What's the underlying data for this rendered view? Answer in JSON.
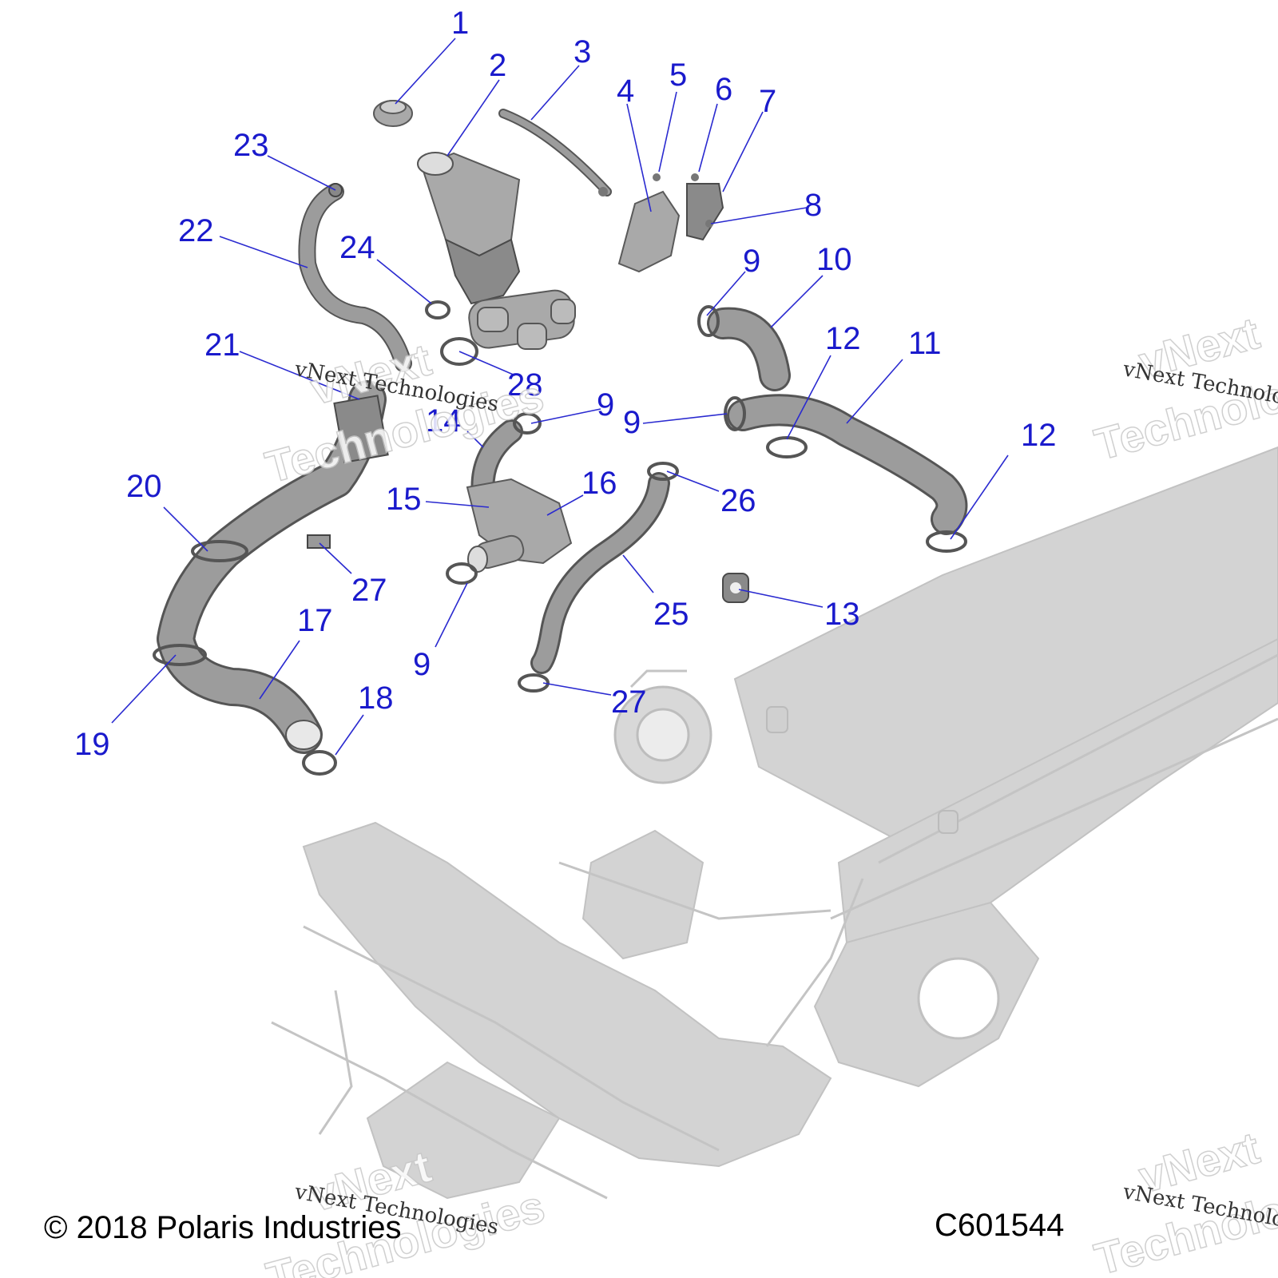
{
  "diagram": {
    "callouts": [
      {
        "id": "c1",
        "label": "1"
      },
      {
        "id": "c2",
        "label": "2"
      },
      {
        "id": "c3",
        "label": "3"
      },
      {
        "id": "c4",
        "label": "4"
      },
      {
        "id": "c5",
        "label": "5"
      },
      {
        "id": "c6",
        "label": "6"
      },
      {
        "id": "c7",
        "label": "7"
      },
      {
        "id": "c8",
        "label": "8"
      },
      {
        "id": "c9a",
        "label": "9"
      },
      {
        "id": "c10",
        "label": "10"
      },
      {
        "id": "c12a",
        "label": "12"
      },
      {
        "id": "c11",
        "label": "11"
      },
      {
        "id": "c23",
        "label": "23"
      },
      {
        "id": "c22",
        "label": "22"
      },
      {
        "id": "c24",
        "label": "24"
      },
      {
        "id": "c21",
        "label": "21"
      },
      {
        "id": "c28",
        "label": "28"
      },
      {
        "id": "c9b",
        "label": "9"
      },
      {
        "id": "c14",
        "label": "14"
      },
      {
        "id": "c9c",
        "label": "9"
      },
      {
        "id": "c12b",
        "label": "12"
      },
      {
        "id": "c20",
        "label": "20"
      },
      {
        "id": "c15",
        "label": "15"
      },
      {
        "id": "c16",
        "label": "16"
      },
      {
        "id": "c26",
        "label": "26"
      },
      {
        "id": "c27a",
        "label": "27"
      },
      {
        "id": "c25",
        "label": "25"
      },
      {
        "id": "c13",
        "label": "13"
      },
      {
        "id": "c17",
        "label": "17"
      },
      {
        "id": "c9d",
        "label": "9"
      },
      {
        "id": "c18",
        "label": "18"
      },
      {
        "id": "c27b",
        "label": "27"
      },
      {
        "id": "c19",
        "label": "19"
      }
    ]
  },
  "watermarks": {
    "small": "vNext Technologies",
    "big_line1": "vNext",
    "big_line2": "Technologies"
  },
  "footer": {
    "copyright": "© 2018 Polaris Industries",
    "code": "C601544"
  }
}
